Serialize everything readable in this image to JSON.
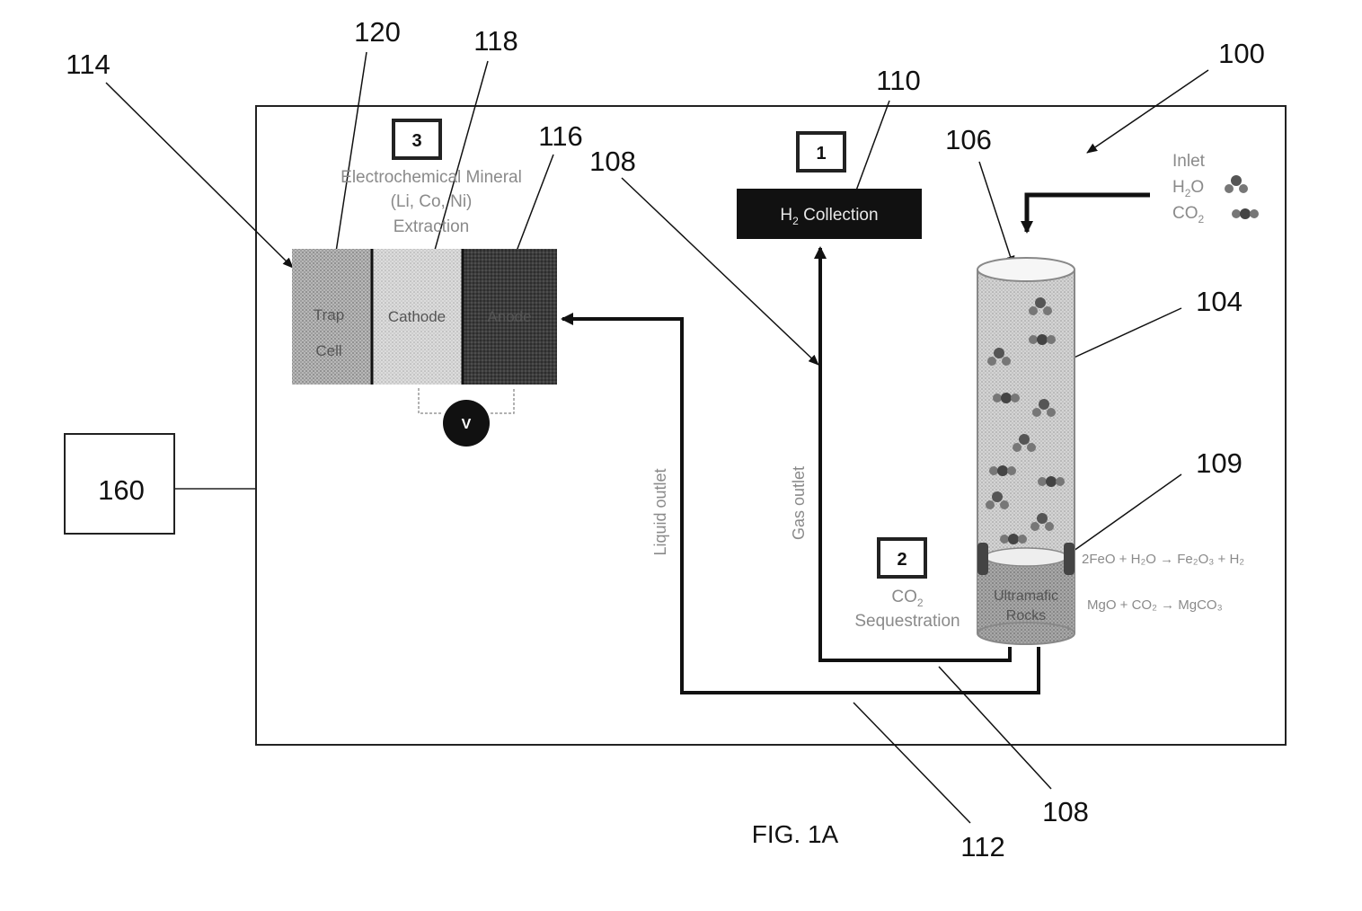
{
  "figure": {
    "caption": "FIG. 1A"
  },
  "refs": {
    "r100": "100",
    "r104": "104",
    "r106": "106",
    "r108_top": "108",
    "r108_bottom": "108",
    "r109": "109",
    "r110": "110",
    "r112": "112",
    "r114": "114",
    "r116": "116",
    "r118": "118",
    "r120": "120",
    "r160": "160"
  },
  "steps": {
    "s1": {
      "num": "1",
      "label": "Collection",
      "label_prefix": "H",
      "label_sub": "2"
    },
    "s2": {
      "num": "2",
      "line1_prefix": "CO",
      "line1_sub": "2",
      "line2": "Sequestration"
    },
    "s3": {
      "num": "3",
      "line1": "Electrochemical Mineral",
      "line2": "(Li, Co, Ni)",
      "line3": "Extraction"
    }
  },
  "cell": {
    "trap_line1": "Trap",
    "trap_line2": "Cell",
    "cathode": "Cathode",
    "anode": "Anode",
    "voltmeter": "V"
  },
  "pipes": {
    "liquid": "Liquid outlet",
    "gas": "Gas outlet"
  },
  "inlet": {
    "title": "Inlet",
    "h2o_prefix": "H",
    "h2o_sub": "2",
    "h2o_suffix": "O",
    "co2_prefix": "CO",
    "co2_sub": "2"
  },
  "reactor": {
    "rocks_line1": "Ultramafic",
    "rocks_line2": "Rocks"
  },
  "reactions": {
    "r1": "2FeO + H₂O → Fe₂O₃ + H₂",
    "r2": "MgO + CO₂ → MgCO₃"
  }
}
